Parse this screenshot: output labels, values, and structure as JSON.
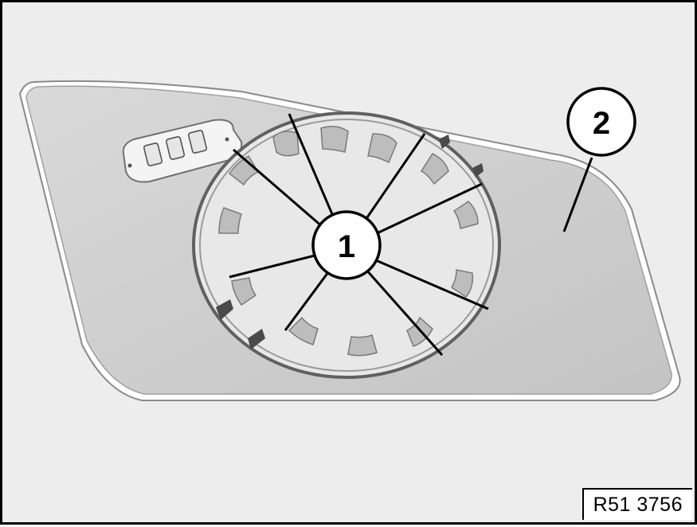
{
  "figure": {
    "reference_code": "R51 3756",
    "background_color": "#ededed",
    "part_color": "#cfcfcf",
    "line_color": "#000000"
  },
  "callouts": [
    {
      "label": "1"
    },
    {
      "label": "2"
    }
  ]
}
